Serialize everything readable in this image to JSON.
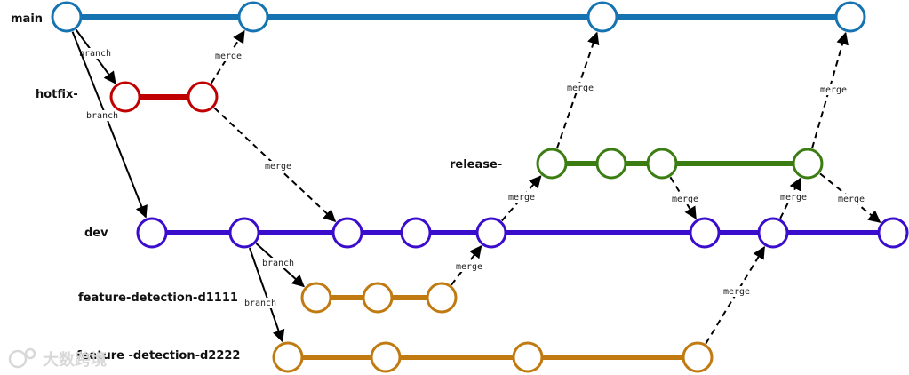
{
  "branches": [
    {
      "id": "main",
      "label": "main",
      "color": "#1473b0"
    },
    {
      "id": "hotfix",
      "label": "hotfix-",
      "color": "#c00000"
    },
    {
      "id": "release",
      "label": "release-",
      "color": "#3b7d12"
    },
    {
      "id": "dev",
      "label": "dev",
      "color": "#3a0ccc"
    },
    {
      "id": "feat1",
      "label": "feature-detection-d1111",
      "color": "#c07a10"
    },
    {
      "id": "feat2",
      "label": "feature -detection-d2222",
      "color": "#c07a10"
    }
  ],
  "commits": {
    "main": 4,
    "hotfix": 2,
    "release": 4,
    "dev": 8,
    "feat1": 3,
    "feat2": 4
  },
  "connections": [
    {
      "id": "main-to-hotfix",
      "label": "branch",
      "style": "solid"
    },
    {
      "id": "main-to-dev",
      "label": "branch",
      "style": "solid"
    },
    {
      "id": "hotfix-to-main",
      "label": "merge",
      "style": "dashed"
    },
    {
      "id": "hotfix-to-dev",
      "label": "merge",
      "style": "dashed"
    },
    {
      "id": "dev-to-feat1",
      "label": "branch",
      "style": "solid"
    },
    {
      "id": "dev-to-feat2",
      "label": "branch",
      "style": "solid"
    },
    {
      "id": "feat1-to-dev",
      "label": "merge",
      "style": "dashed"
    },
    {
      "id": "dev-to-release",
      "label": "merge",
      "style": "dashed"
    },
    {
      "id": "release-to-main-1",
      "label": "merge",
      "style": "dashed"
    },
    {
      "id": "release-to-dev",
      "label": "merge",
      "style": "dashed"
    },
    {
      "id": "feat2-to-dev",
      "label": "merge",
      "style": "dashed"
    },
    {
      "id": "dev-to-release-2",
      "label": "merge",
      "style": "dashed"
    },
    {
      "id": "release-to-main-2",
      "label": "merge",
      "style": "dashed"
    },
    {
      "id": "release-to-dev-2",
      "label": "merge",
      "style": "dashed"
    }
  ],
  "watermark": "大数跨境"
}
